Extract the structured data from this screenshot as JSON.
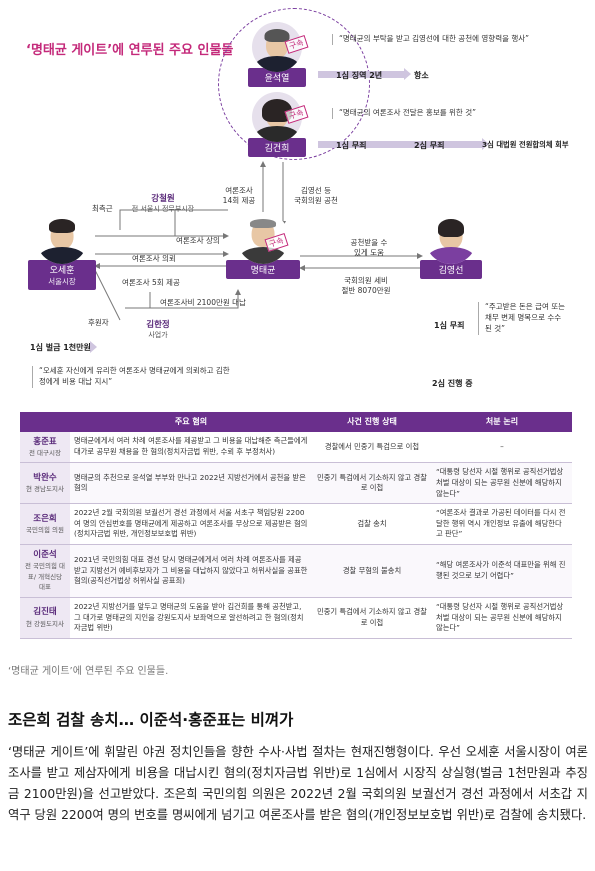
{
  "infographic": {
    "title": "‘명태균 게이트’에 연루된 주요 인물들",
    "people": {
      "yoon": {
        "name": "윤석열",
        "stamp": "구속"
      },
      "kim_kh": {
        "name": "김건희",
        "stamp": "구속"
      },
      "myung": {
        "name": "명태균",
        "stamp": "구속"
      },
      "oh": {
        "name": "오세훈",
        "role": "서울시장"
      },
      "kim_ys": {
        "name": "김영선"
      },
      "kang": {
        "label": "최측근",
        "name": "강철원",
        "role": "전 서울시 정무부시장"
      },
      "kim_hj": {
        "label": "후원자",
        "name": "김한정",
        "role": "사업가"
      }
    },
    "yoon_quote": "“명태균의 부탁을 받고 김영선에 대한 공천에 영향력을 행사”",
    "yoon_steps": [
      "1심 징역 2년",
      "항소"
    ],
    "kim_quote": "“명태균의 여론조사 전달은 홍보를 위한 것”",
    "kim_steps": [
      "1심 무죄",
      "2심 무죄",
      "3심 대법원 전원합의체 회부"
    ],
    "edges": {
      "surveys_to_circle": "여론조사\n14회 제공",
      "nomination": "김영선 등\n국회의원 공천",
      "survey_match": "여론조사 상의",
      "survey_request": "여론조사 의뢰",
      "survey_5": "여론조사 5회 제공",
      "survey_cost": "여론조사비 2100만원 대납",
      "help_nomination": "공천받을 수\n있게 도움",
      "salary": "국회의원 세비\n절반 8070만원"
    },
    "oh_step": "1심 벌금 1천만원",
    "oh_quote": "“오세훈 자신에게 유리한 여론조사 명태균에게 의뢰하고 김한정에게 비용 대납 지시”",
    "ys_steps": [
      "1심 무죄",
      "2심 진행 중"
    ],
    "ys_quote": "“주고받은 돈은 급여 또는 채무 변제 명목으로 수수된 것”",
    "table": {
      "headers": [
        "",
        "주요 혐의",
        "사건 진행 상태",
        "처분 논리"
      ],
      "rows": [
        {
          "name": "홍준표",
          "role": "전 대구시장",
          "charge": "명태균에게서 여러 차례 여론조사를 제공받고 그 비용을 대납해준 측근들에게 대가로 공무원 채용을 한 혐의(정치자금법 위반, 수뢰 후 부정처사)",
          "status": "경찰에서 민중기 특검으로 이첩",
          "logic": "–"
        },
        {
          "name": "박완수",
          "role": "현 경남도지사",
          "charge": "명태균의 추천으로 윤석열 부부와 만나고 2022년 지방선거에서 공천을 받은 혐의",
          "status": "민중기 특검에서 기소하지 않고 경찰로 이첩",
          "logic": "“대통령 당선자 시절 행위로 공직선거법상 처벌 대상이 되는 공무원 신분에 해당하지 않는다”"
        },
        {
          "name": "조은희",
          "role": "국민의힘 의원",
          "charge": "2022년 2월 국회의원 보궐선거 경선 과정에서 서울 서초구 책임당원 2200여 명의 안심번호를 명태균에게 제공하고 여론조사를 무상으로 제공받은 혐의(정치자금법 위반, 개인정보보호법 위반)",
          "status": "검찰 송치",
          "logic": "“여론조사 결과로 가공된 데이터를 다시 전달한 행위 역시 개인정보 유출에 해당한다고 판단”"
        },
        {
          "name": "이준석",
          "role": "전 국민의힘 대표/ 개혁신당 대표",
          "charge": "2021년 국민의힘 대표 경선 당시 명태균에게서 여러 차례 여론조사를 제공받고 지방선거 예비후보자가 그 비용을 대납하지 않았다고 허위사실을 공표한 혐의(공직선거법상 허위사실 공표죄)",
          "status": "경찰 무혐의 불송치",
          "logic": "“해당 여론조사가 이준석 대표만을 위해 진행된 것으로 보기 어렵다”"
        },
        {
          "name": "김진태",
          "role": "현 강원도지사",
          "charge": "2022년 지방선거를 앞두고 명태균의 도움을 받아 김건희를 통해 공천받고, 그 대가로 명태균의 지인을 강원도지사 보좌역으로 알선하려고 한 혐의(정치자금법 위반)",
          "status": "민중기 특검에서 기소하지 않고 경찰로 이첩",
          "logic": "“대통령 당선자 시절 행위로 공직선거법상 처벌 대상이 되는 공무원 신분에 해당하지 않는다”"
        }
      ]
    }
  },
  "caption": "‘명태균 게이트’에 연루된 주요 인물들.",
  "headline": "조은희 검찰 송치… 이준석·홍준표는 비껴가",
  "article": "‘명태균 게이트’에 휘말린 야권 정치인들을 향한 수사·사법 절차는 현재진행형이다. 우선 오세훈 서울시장이 여론조사를 받고 제삼자에게 비용을 대납시킨 혐의(정치자금법 위반)로 1심에서 시장직 상실형(벌금 1천만원과 추징금 2100만원)을 선고받았다. 조은희 국민의힘 의원은 2022년 2월 국회의원 보궐선거 경선 과정에서 서초갑 지역구 당원 2200여 명의 번호를 명씨에게 넘기고 여론조사를 받은 혐의(개인정보보호법 위반)로 검찰에 송치됐다.",
  "colors": {
    "accent": "#c4297a",
    "purple": "#6a2f8c",
    "arrow": "#cfc5df"
  }
}
